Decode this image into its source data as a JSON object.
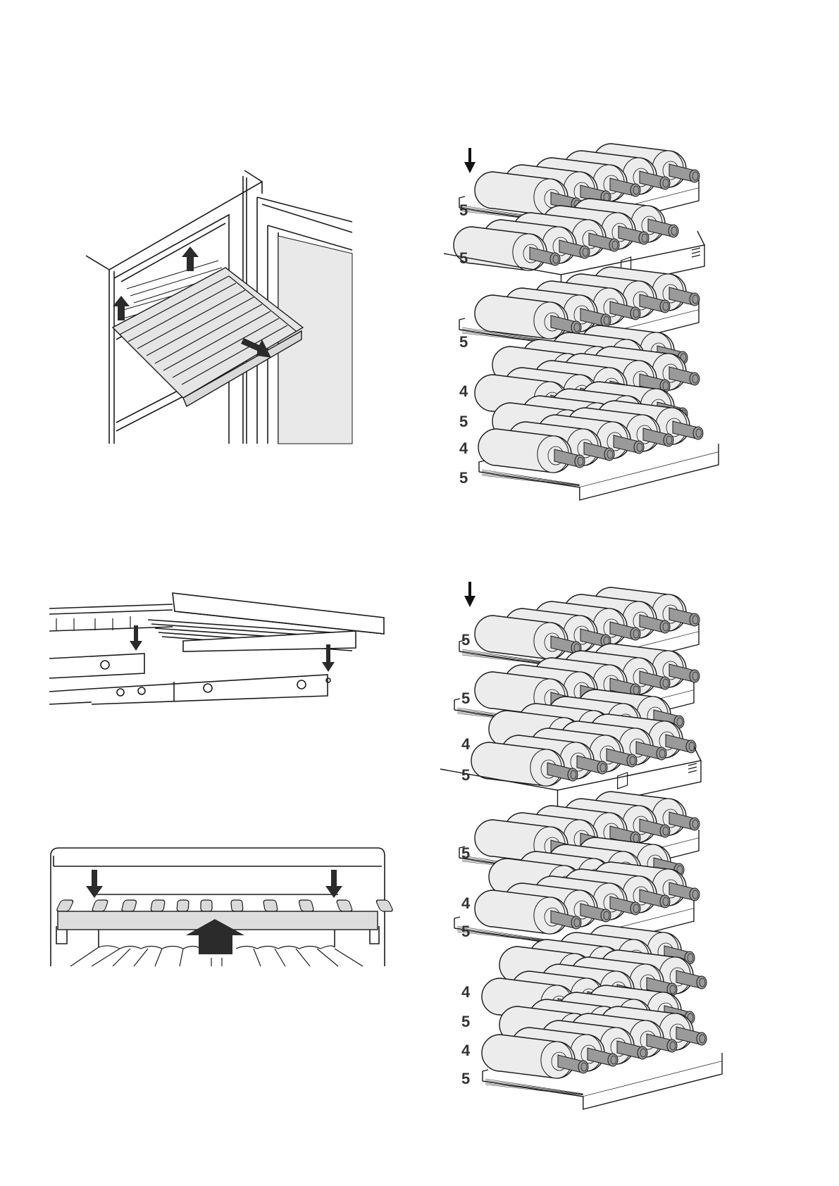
{
  "page": {
    "type": "appliance manual illustration page",
    "colors": {
      "ink": "#1a1a1a",
      "label": "#333333",
      "bottle_body": "#ececec",
      "bottle_neck": "#9a9a9a",
      "panel_grey": "#e8e9e8",
      "arrow_dark": "#2b2b2b"
    }
  },
  "figures": {
    "shelf_removal": {
      "description": "Open cabinet with telescopic shelf pulled out; arrows lift up and pull forward",
      "icons": [
        "arrow-up-icon",
        "arrow-up-icon",
        "arrow-forward-icon"
      ]
    },
    "rail_mounting": {
      "description": "Shelf lowered onto telescopic rails",
      "icons": [
        "arrow-down-icon",
        "arrow-down-icon"
      ]
    },
    "shelf_insert": {
      "description": "Shelf pushed in, front view",
      "icons": [
        "arrow-down-icon",
        "arrow-down-icon",
        "arrow-up-large-icon"
      ]
    },
    "rack_config_1": {
      "description": "Bottle stacking configuration with presentation shelf",
      "arrow": "arrow-down-icon",
      "row_labels": [
        "5",
        "5",
        "5",
        "4",
        "5",
        "4",
        "5"
      ]
    },
    "rack_config_2": {
      "description": "Bottle stacking configuration, tall cabinet",
      "arrow": "arrow-down-icon",
      "row_labels": [
        "5",
        "5",
        "4",
        "5",
        "5",
        "4",
        "5",
        "4",
        "5",
        "4",
        "5"
      ]
    }
  }
}
